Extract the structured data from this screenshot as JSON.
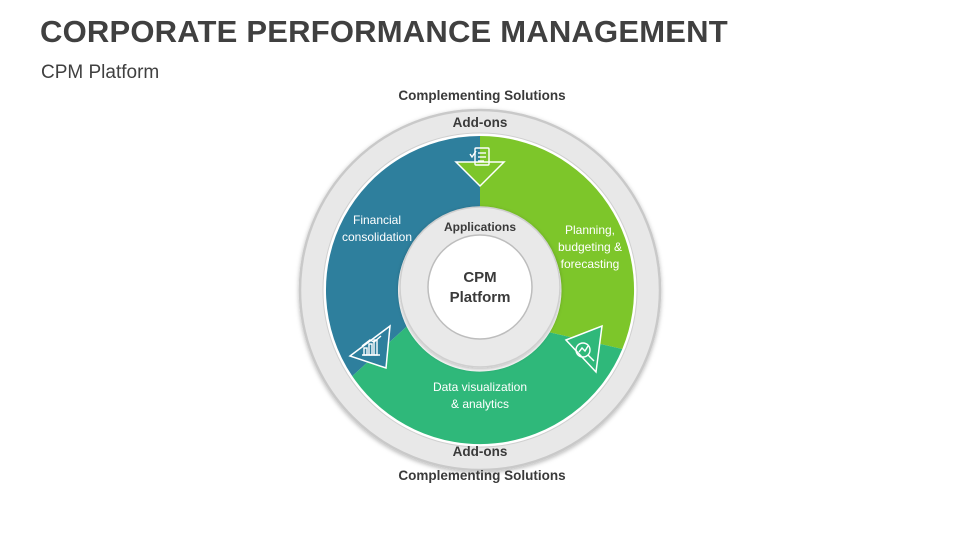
{
  "header": {
    "title": "CORPORATE PERFORMANCE MANAGEMENT",
    "subtitle": "CPM Platform"
  },
  "diagram": {
    "top_caption": "Complementing Solutions",
    "bottom_caption": "Complementing Solutions",
    "top_ring_label": "Add-ons",
    "bottom_ring_label": "Add-ons",
    "inner_ring_label": "Applications",
    "center_line1": "CPM",
    "center_line2": "Platform",
    "segments": [
      {
        "name": "financial",
        "lines": [
          "Financial",
          "consolidation"
        ],
        "color": "#2e7f9d",
        "icon": "bar-chart-growth-icon"
      },
      {
        "name": "planning",
        "lines": [
          "Planning,",
          "budgeting &",
          "forecasting"
        ],
        "color": "#7dc62a",
        "icon": "checklist-document-icon"
      },
      {
        "name": "visualization",
        "lines": [
          "Data visualization",
          "& analytics"
        ],
        "color": "#2fb87a",
        "icon": "magnifier-chart-icon"
      }
    ],
    "colors": {
      "outer_ring": "#e8e8e8",
      "outer_ring_border": "#c9c9c9",
      "inner_ring": "#e9e9e9"
    }
  }
}
